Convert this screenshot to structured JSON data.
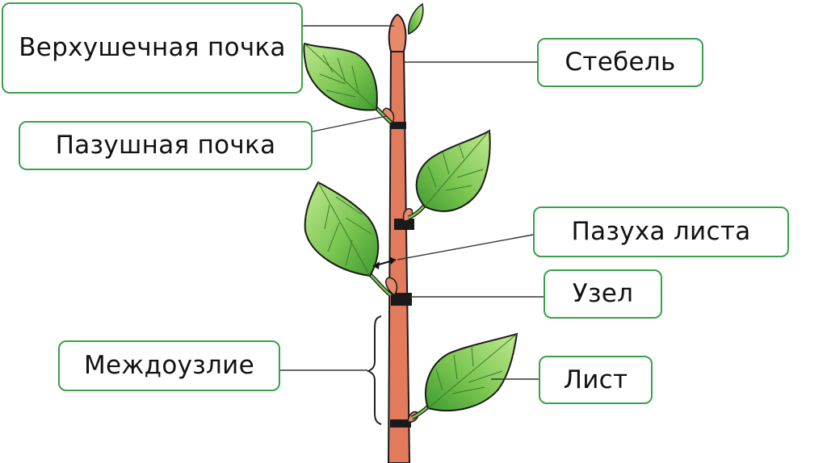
{
  "labels": {
    "apical_bud": "Верхушечная почка",
    "stem": "Стебель",
    "axillary_bud": "Пазушная почка",
    "leaf_axil": "Пазуха листа",
    "node": "Узел",
    "internode": "Междоузлие",
    "leaf": "Лист"
  },
  "colors": {
    "stem": "#e27b5c",
    "stem_outline": "#1a1a1a",
    "leaf_light": "#a8e07a",
    "leaf_dark": "#3f9a2f",
    "node_band": "#1a1a1a",
    "box_border": "#3aa14a",
    "leader_line": "#333333"
  }
}
